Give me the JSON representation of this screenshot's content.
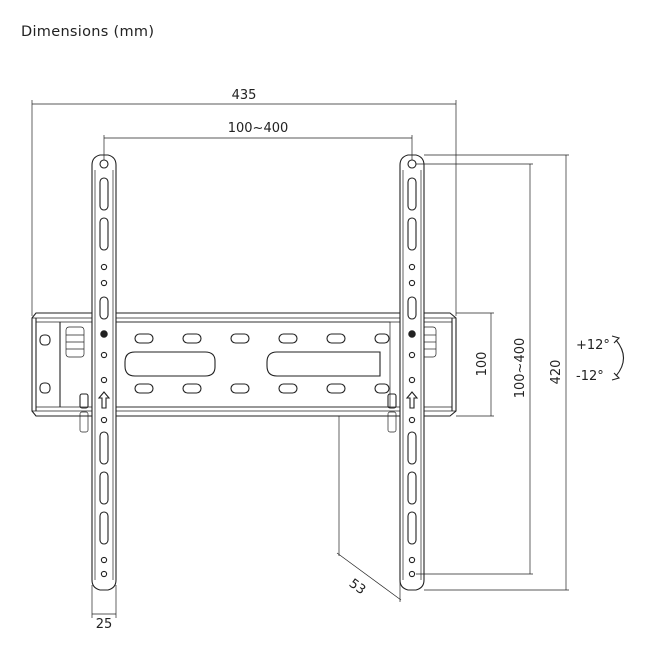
{
  "title": "Dimensions (mm)",
  "dimensions": {
    "overall_width": "435",
    "vesa_horizontal": "100~400",
    "vesa_vertical": "100~400",
    "bracket_height": "100",
    "overall_height": "420",
    "profile_depth": "53",
    "arm_width": "25"
  },
  "tilt": {
    "up": "+12°",
    "down": "-12°"
  }
}
